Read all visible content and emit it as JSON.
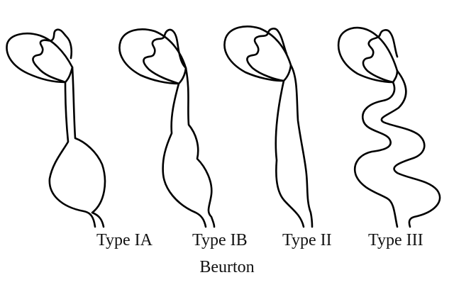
{
  "diagram": {
    "panels": [
      {
        "caption": "Type IA"
      },
      {
        "caption": "Type IB"
      },
      {
        "caption": "Type II"
      },
      {
        "caption": "Type III"
      }
    ],
    "footer": "Beurton"
  }
}
